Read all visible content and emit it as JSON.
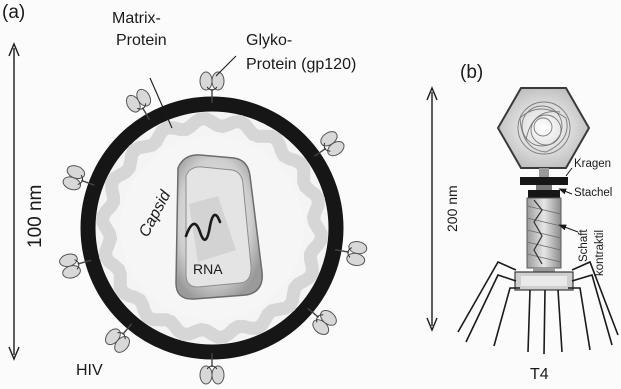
{
  "panel_a": {
    "letter": "(a)",
    "matrix_label_1": "Matrix-",
    "matrix_label_2": "Protein",
    "glyko_label_1": "Glyko-",
    "glyko_label_2": "Protein (gp120)",
    "capsid_label": "Capsid",
    "rna_label": "RNA",
    "scale_label": "100 nm",
    "virus_name": "HIV"
  },
  "panel_b": {
    "letter": "(b)",
    "scale_label": "200 nm",
    "kragen_label": "Kragen",
    "stachel_label": "Stachel",
    "schaft_label": "Schaft",
    "kontraktil_label": "kontraktil",
    "virus_name": "T4"
  },
  "colors": {
    "envelope": "#161616",
    "matrix": "#d9d9d9",
    "capsid": "#b9b9b9",
    "ink": "#1a1a1a"
  }
}
